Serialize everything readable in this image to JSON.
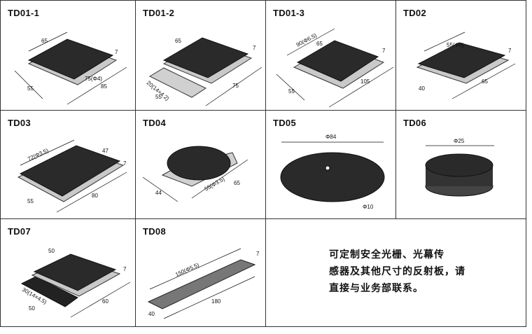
{
  "products": [
    {
      "model": "TD01-1",
      "dims": {
        "top": "65",
        "right_h": "7",
        "diag_inner": "75(Φ4)",
        "left": "55",
        "right": "85"
      }
    },
    {
      "model": "TD01-2",
      "dims": {
        "top": "65",
        "right_h": "7",
        "left_top": "20(14×4.2)",
        "left": "55",
        "right": "75"
      }
    },
    {
      "model": "TD01-3",
      "dims": {
        "top_outer": "90(Φ6.5)",
        "top_inner": "65",
        "right_h": "7",
        "left": "55",
        "right": "105"
      }
    },
    {
      "model": "TD02",
      "dims": {
        "top": "55(Φ3)",
        "right_h": "7",
        "left": "40",
        "right": "65"
      }
    },
    {
      "model": "TD03",
      "dims": {
        "top": "72(Φ3.5)",
        "top_right": "47",
        "right_h": "7",
        "left": "55",
        "right": "80"
      }
    },
    {
      "model": "TD04",
      "dims": {
        "left": "44",
        "right_inner": "55(Φ3.5)",
        "right": "65"
      }
    },
    {
      "model": "TD05",
      "dims": {
        "top": "Φ84",
        "bottom": "Φ10"
      }
    },
    {
      "model": "TD06",
      "dims": {
        "top": "Φ25"
      }
    },
    {
      "model": "TD07",
      "dims": {
        "top": "50",
        "right_h": "7",
        "left_top": "30(14×4.5)",
        "left": "50",
        "right": "60"
      }
    },
    {
      "model": "TD08",
      "dims": {
        "top": "150(Φ5.5)",
        "right_h": "7",
        "left": "40",
        "right": "180"
      }
    }
  ],
  "note": {
    "line1": "可定制安全光栅、光幕传",
    "line2": "感器及其他尺寸的反射板，请",
    "line3": "直接与业务部联系。"
  },
  "colors": {
    "reflector": "#2a2a2a",
    "plate": "#d8d8d8",
    "border": "#333333"
  }
}
